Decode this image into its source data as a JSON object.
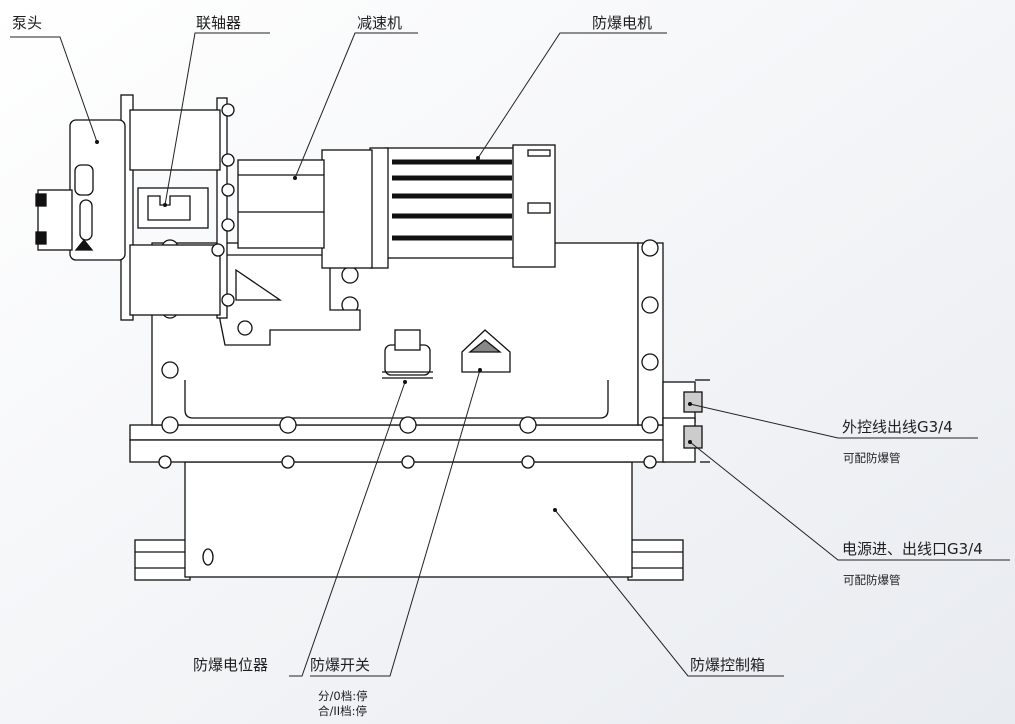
{
  "labels": {
    "pump_head": "泵头",
    "coupling": "联轴器",
    "reducer": "减速机",
    "ex_motor": "防爆电机",
    "ext_control_outlet": "外控线出线G3/4",
    "ext_control_note": "可配防爆管",
    "power_io": "电源进、出线口G3/4",
    "power_io_note": "可配防爆管",
    "ex_potentiometer": "防爆电位器",
    "ex_switch": "防爆开关",
    "switch_state_1": "分/0档:停",
    "switch_state_2": "合/II档:停",
    "ex_control_box": "防爆控制箱"
  }
}
